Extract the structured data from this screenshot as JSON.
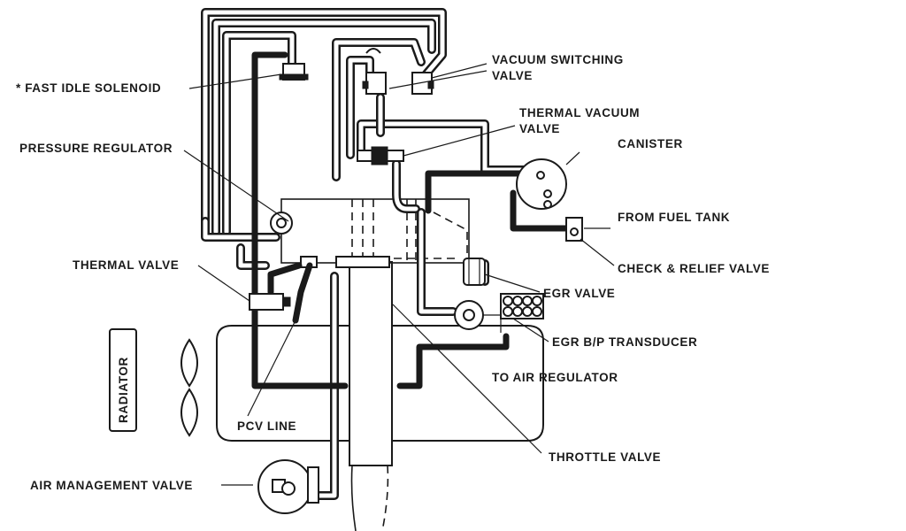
{
  "labels": {
    "fast_idle_solenoid": "* FAST IDLE SOLENOID",
    "vacuum_switching_valve_1": "VACUUM SWITCHING",
    "vacuum_switching_valve_2": "VALVE",
    "thermal_vacuum_valve_1": "THERMAL VACUUM",
    "thermal_vacuum_valve_2": "VALVE",
    "canister": "CANISTER",
    "pressure_regulator": "PRESSURE REGULATOR",
    "from_fuel_tank": "FROM FUEL TANK",
    "check_relief_valve": "CHECK & RELIEF VALVE",
    "thermal_valve": "THERMAL VALVE",
    "egr_valve": "EGR VALVE",
    "egr_bp_transducer": "EGR B/P TRANSDUCER",
    "radiator": "RADIATOR",
    "to_air_regulator": "TO AIR REGULATOR",
    "pcv_line": "PCV LINE",
    "throttle_valve": "THROTTLE VALVE",
    "air_management_valve": "AIR MANAGEMENT VALVE"
  }
}
